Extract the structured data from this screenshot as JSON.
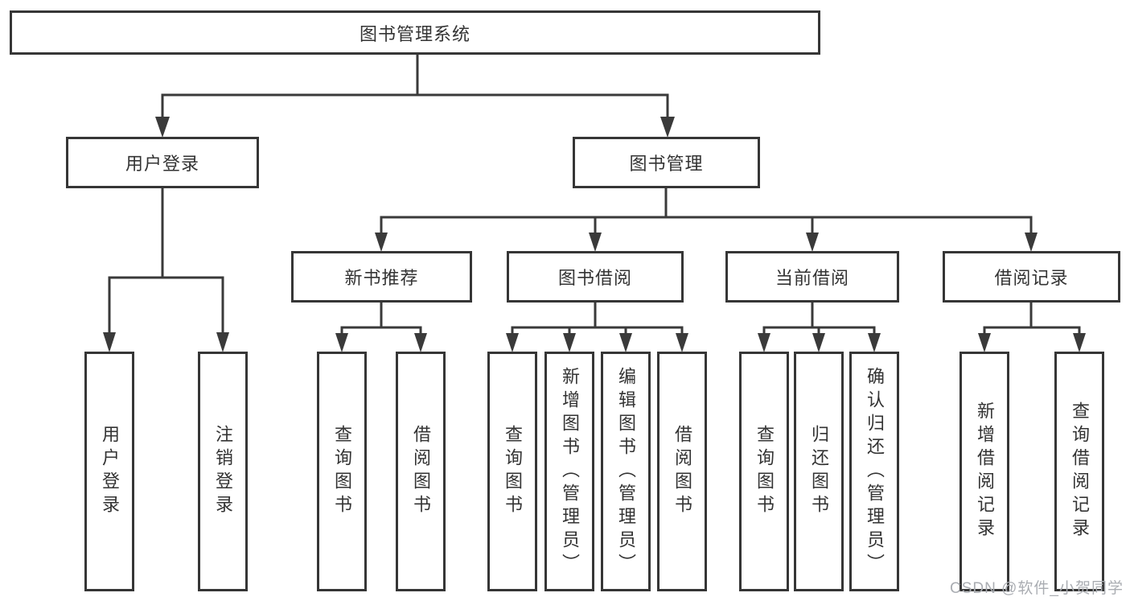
{
  "title": "图书管理系统",
  "colors": {
    "line": "#3a3a3a",
    "box_border": "#363636",
    "text": "#333333",
    "background": "#ffffff",
    "watermark": "#aaadb2"
  },
  "tree": {
    "root": {
      "label": "图书管理系统",
      "children": [
        {
          "label": "用户登录",
          "children": [
            {
              "label": "用户登录"
            },
            {
              "label": "注销登录"
            }
          ]
        },
        {
          "label": "图书管理",
          "children": [
            {
              "label": "新书推荐",
              "children": [
                {
                  "label": "查询图书"
                },
                {
                  "label": "借阅图书"
                }
              ]
            },
            {
              "label": "图书借阅",
              "children": [
                {
                  "label": "查询图书"
                },
                {
                  "label": "新增图书（管理员）"
                },
                {
                  "label": "编辑图书（管理员）"
                },
                {
                  "label": "借阅图书"
                }
              ]
            },
            {
              "label": "当前借阅",
              "children": [
                {
                  "label": "查询图书"
                },
                {
                  "label": "归还图书"
                },
                {
                  "label": "确认归还（管理员）"
                }
              ]
            },
            {
              "label": "借阅记录",
              "children": [
                {
                  "label": "新增借阅记录"
                },
                {
                  "label": "查询借阅记录"
                }
              ]
            }
          ]
        }
      ]
    }
  },
  "watermark": "CSDN @软件_小贺同学"
}
